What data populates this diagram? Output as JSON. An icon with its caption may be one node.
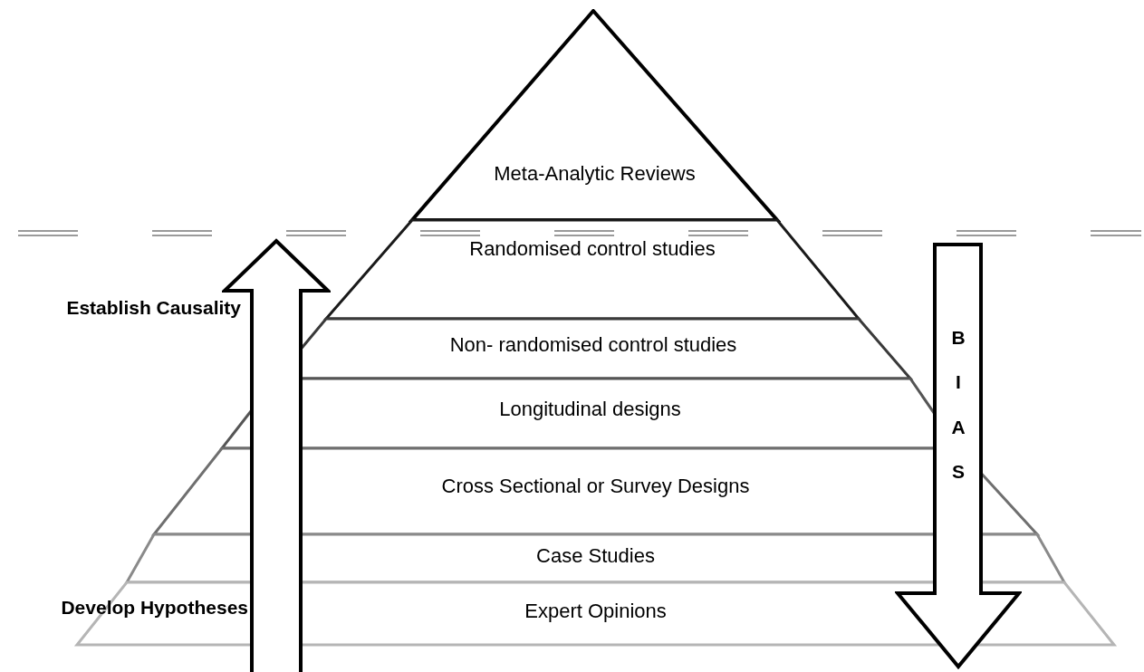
{
  "diagram": {
    "nodes": [
      {
        "text": [
          "Meta-Analytic Reviews"
        ]
      },
      {
        "text": [
          "Randomised control studies"
        ]
      },
      {
        "text": [
          "Non- randomised control studies"
        ]
      },
      {
        "text": [
          "Longitudinal designs"
        ]
      },
      {
        "text": [
          "Cross Sectional or Survey Designs"
        ]
      },
      {
        "text": [
          "Case Studies"
        ]
      },
      {
        "text": [
          "Expert Opinions"
        ]
      },
      {
        "text": [
          "BIAS"
        ]
      }
    ],
    "labels": [
      "Establish Causality",
      "Develop Hypotheses"
    ]
  }
}
